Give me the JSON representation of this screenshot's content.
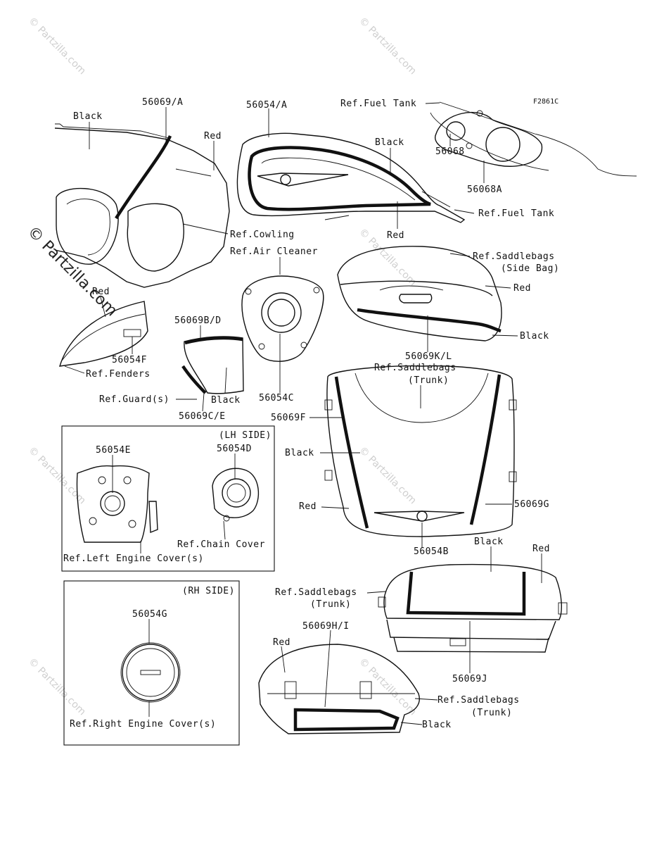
{
  "figure_code": "F2861C",
  "watermark": {
    "text": "© Partzilla.com"
  },
  "boxes": {
    "lh_side": "(LH SIDE)",
    "rh_side": "(RH SIDE)"
  },
  "labels": {
    "black_cowling": "Black",
    "p56069A": "56069/A",
    "red_cowling": "Red",
    "ref_cowling": "Ref.Cowling",
    "p56054A": "56054/A",
    "black_tank": "Black",
    "red_tank": "Red",
    "ref_fuel_tank_top": "Ref.Fuel Tank",
    "ref_fuel_tank_right": "Ref.Fuel Tank",
    "p56068": "56068",
    "p56068A": "56068A",
    "ref_air_cleaner": "Ref.Air Cleaner",
    "p56054C": "56054C",
    "ref_saddlebags_side_1": "Ref.Saddlebags",
    "ref_saddlebags_side_2": "(Side Bag)",
    "red_saddlebag": "Red",
    "black_saddlebag": "Black",
    "p56069KL": "56069K/L",
    "red_fender": "Red",
    "p56054F": "56054F",
    "ref_fenders": "Ref.Fenders",
    "p56069BD": "56069B/D",
    "black_guard": "Black",
    "ref_guards": "Ref.Guard(s)",
    "p56069CE": "56069C/E",
    "ref_trunk_top_1": "Ref.Saddlebags",
    "ref_trunk_top_2": "(Trunk)",
    "p56069F": "56069F",
    "black_trunk_front": "Black",
    "red_trunk_front": "Red",
    "p56069G": "56069G",
    "p56054B": "56054B",
    "p56054E": "56054E",
    "p56054D": "56054D",
    "ref_chain_cover": "Ref.Chain Cover",
    "ref_left_engine_cover": "Ref.Left Engine Cover(s)",
    "p56054G": "56054G",
    "ref_right_engine_cover": "Ref.Right Engine Cover(s)",
    "black_trunk_rear": "Black",
    "red_trunk_rear": "Red",
    "ref_trunk_rear_1": "Ref.Saddlebags",
    "ref_trunk_rear_2": "(Trunk)",
    "p56069J": "56069J",
    "p56069HI": "56069H/I",
    "red_trunk_side": "Red",
    "ref_trunk_side_1": "Ref.Saddlebags",
    "ref_trunk_side_2": "(Trunk)",
    "black_trunk_side": "Black"
  }
}
